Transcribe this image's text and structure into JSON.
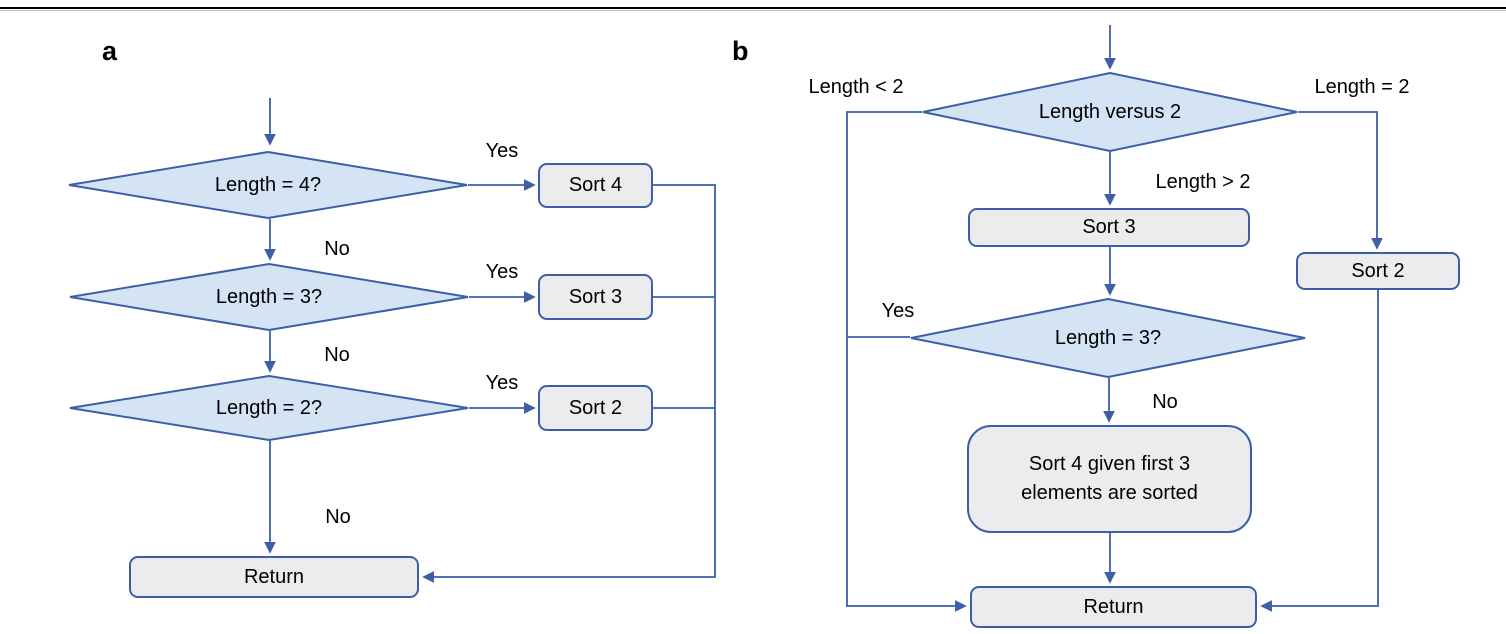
{
  "colors": {
    "line": "#3c5fa8",
    "decision_fill": "#d5e4f4",
    "decision_stroke": "#3c5fa8",
    "process_fill": "#ececee",
    "process_stroke": "#3c5fa8",
    "top_rule": "#000000",
    "text": "#000000"
  },
  "panel_a": {
    "panel_label": "a",
    "decision_len4": "Length = 4?",
    "decision_len3": "Length = 3?",
    "decision_len2": "Length = 2?",
    "process_sort4": "Sort 4",
    "process_sort3": "Sort 3",
    "process_sort2": "Sort 2",
    "process_return": "Return",
    "label_yes_1": "Yes",
    "label_yes_2": "Yes",
    "label_yes_3": "Yes",
    "label_no_1": "No",
    "label_no_2": "No",
    "label_no_3": "No"
  },
  "panel_b": {
    "panel_label": "b",
    "decision_length_versus_2": "Length versus 2",
    "decision_len3": "Length = 3?",
    "process_sort3": "Sort 3",
    "process_sort2": "Sort 2",
    "process_sort4_given": "Sort 4 given first 3 elements are sorted",
    "process_return": "Return",
    "label_length_lt_2": "Length < 2",
    "label_length_eq_2": "Length = 2",
    "label_length_gt_2": "Length > 2",
    "label_yes": "Yes",
    "label_no": "No"
  }
}
